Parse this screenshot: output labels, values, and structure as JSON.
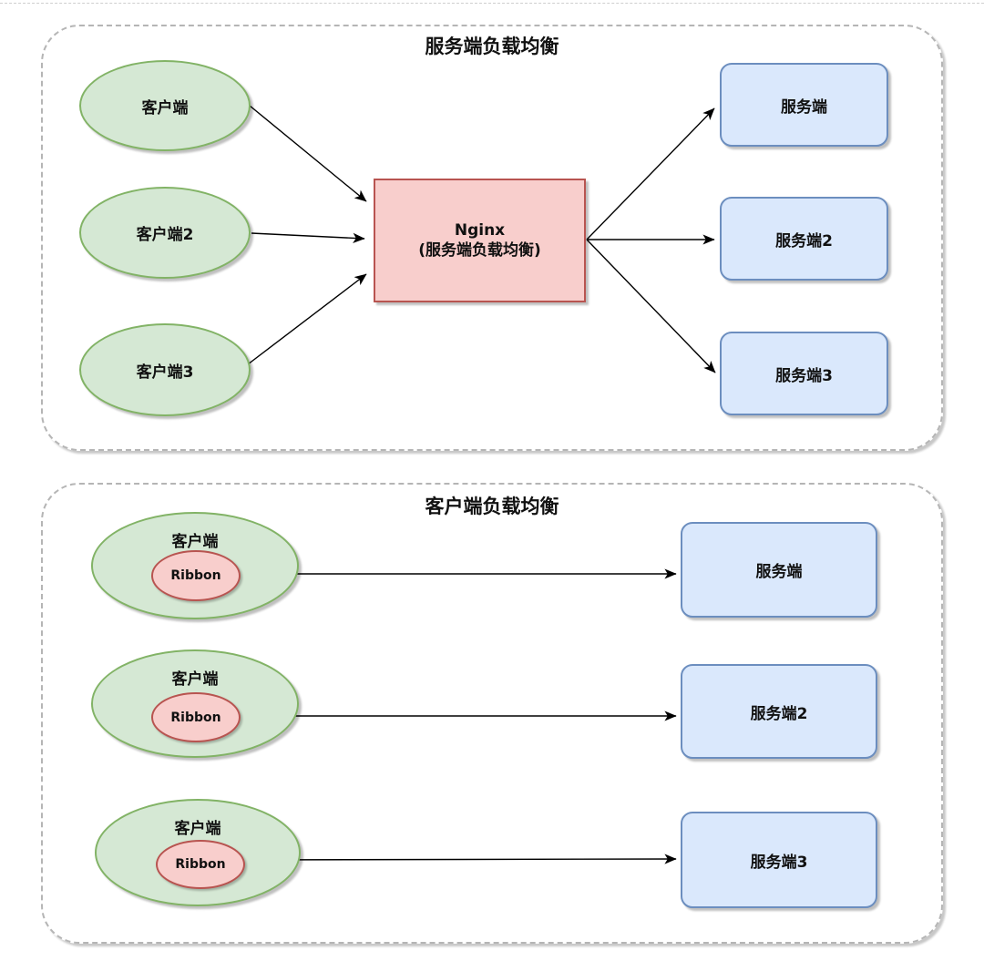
{
  "colors": {
    "client_fill": "#d5e8d4",
    "client_stroke": "#82b366",
    "server_fill": "#dae8fc",
    "server_stroke": "#6c8ebf",
    "lb_fill": "#f8cecc",
    "lb_stroke": "#b85450",
    "container_border": "#b5b5b5",
    "arrow": "#000000"
  },
  "server_lb_panel": {
    "title": "服务端负载均衡",
    "clients": [
      {
        "label": "客户端"
      },
      {
        "label": "客户端2"
      },
      {
        "label": "客户端3"
      }
    ],
    "nginx": {
      "line1": "Nginx",
      "line2": "(服务端负载均衡)"
    },
    "servers": [
      {
        "label": "服务端"
      },
      {
        "label": "服务端2"
      },
      {
        "label": "服务端3"
      }
    ]
  },
  "client_lb_panel": {
    "title": "客户端负载均衡",
    "clients": [
      {
        "label": "客户端",
        "inner": "Ribbon"
      },
      {
        "label": "客户端",
        "inner": "Ribbon"
      },
      {
        "label": "客户端",
        "inner": "Ribbon"
      }
    ],
    "servers": [
      {
        "label": "服务端"
      },
      {
        "label": "服务端2"
      },
      {
        "label": "服务端3"
      }
    ]
  }
}
